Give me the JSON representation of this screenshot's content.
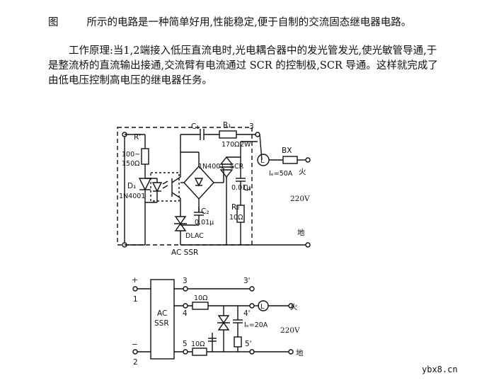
{
  "text": {
    "line1_fig": "图",
    "line1_rest": "所示的电路是一种简单好用,性能稳定,便于自制的交流固态继电器电路。",
    "para2": "工作原理:当1,2端接入低压直流电时,光电耦合器中的发光管发光,使光敏管导通,于是整流桥的直流输出接通,交流臂有电流通过 SCR 的控制极,SCR 导通。这样就完成了由低电压控制高电压的继电器任务。"
  },
  "diagram1": {
    "r_label": "R'",
    "r_value": "100~",
    "r_value2": "150Ω",
    "d1": "D₁",
    "d1_part": "1N4001",
    "c1": "C₁",
    "r1": "R₁",
    "r1_value": "170Ω",
    "r1_power": "2W",
    "node3": "3",
    "bridge": "1N4001",
    "scr": "SCR",
    "c2": "C₂",
    "c2_value": "0.01μ",
    "c3": "C₃",
    "c3_value": "0.01μ",
    "r2": "R₂",
    "r2_value": "10Ω",
    "diac": "DLAC",
    "lamp": "L",
    "fuse": "BX",
    "current": "Iₑ=50A",
    "live": "火",
    "voltage": "220V",
    "ground": "地",
    "box_label": "AC SSR"
  },
  "diagram2": {
    "plus": "+",
    "minus": "−",
    "in1": "1",
    "in2": "2",
    "ssr1": "AC",
    "ssr2": "SSR",
    "n3": "3",
    "n4": "4",
    "n5": "5",
    "n3p": "3'",
    "n4p": "4'",
    "n5p": "5'",
    "r_top": "10Ω",
    "r_bottom": "10Ω",
    "lamp": "L",
    "current": "Iₑ=20A",
    "live": "火",
    "voltage": "220V",
    "ground": "地"
  },
  "watermark": "ybx8.cn"
}
